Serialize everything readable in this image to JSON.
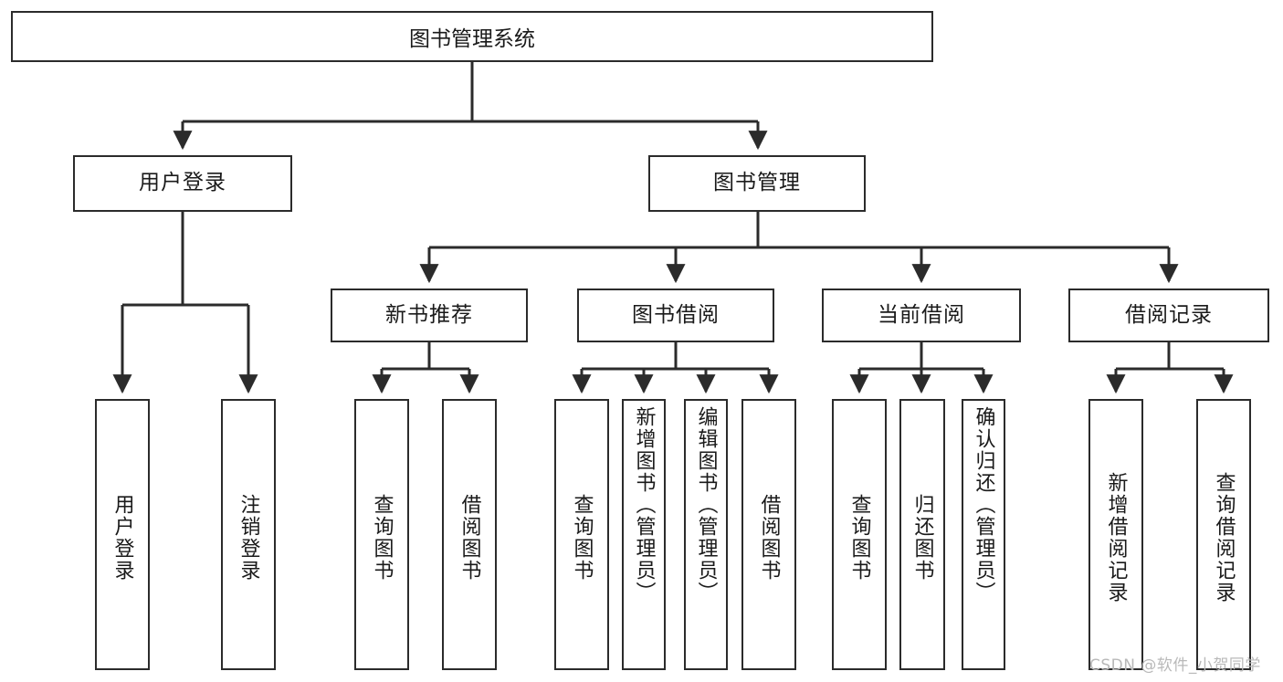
{
  "diagram": {
    "title": "图书管理系统",
    "root": {
      "label": "图书管理系统"
    },
    "level2": [
      {
        "label": "用户登录"
      },
      {
        "label": "图书管理"
      }
    ],
    "level3": [
      {
        "label": "新书推荐"
      },
      {
        "label": "图书借阅"
      },
      {
        "label": "当前借阅"
      },
      {
        "label": "借阅记录"
      }
    ],
    "leaves": {
      "user_login": [
        {
          "label": "用户登录"
        },
        {
          "label": "注销登录"
        }
      ],
      "new_book": [
        {
          "label": "查询图书"
        },
        {
          "label": "借阅图书"
        }
      ],
      "book_borrow": [
        {
          "label": "查询图书"
        },
        {
          "label": "新增图书（管理员）"
        },
        {
          "label": "编辑图书（管理员）"
        },
        {
          "label": "借阅图书"
        }
      ],
      "current_borrow": [
        {
          "label": "查询图书"
        },
        {
          "label": "归还图书"
        },
        {
          "label": "确认归还（管理员）"
        }
      ],
      "borrow_record": [
        {
          "label": "新增借阅记录"
        },
        {
          "label": "查询借阅记录"
        }
      ]
    }
  },
  "watermark": {
    "text": "CSDN @软件_小贺同学"
  },
  "colors": {
    "stroke": "#2b2b2b",
    "fill": "#ffffff",
    "text": "#1a1a1a",
    "watermark": "#b9b9b9"
  }
}
